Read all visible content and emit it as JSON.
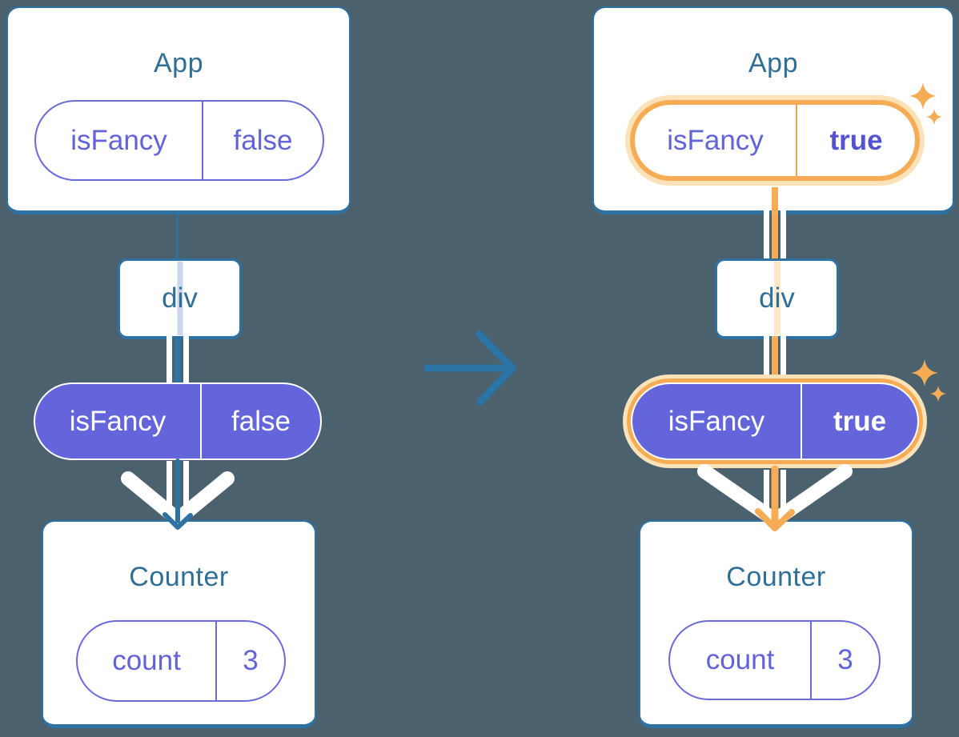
{
  "colors": {
    "background": "#4B616D",
    "teal": "#2E72A3",
    "title": "#2F6F96",
    "purple": "#6465DB",
    "purple-border": "#6A6ADC",
    "purple-text": "#6363D8",
    "purple-bold": "#5353CF",
    "orange": "#F5AC55",
    "orange-divider": "#F0A44F",
    "peach": "#FBE2B8",
    "through-lavender": "#CBD5EE",
    "through-peach": "#FCE9CA",
    "white": "#FFFFFF"
  },
  "left": {
    "app": {
      "title": "App",
      "prop": {
        "key": "isFancy",
        "value": "false"
      }
    },
    "div": {
      "label": "div"
    },
    "passed_prop": {
      "key": "isFancy",
      "value": "false"
    },
    "counter": {
      "title": "Counter",
      "state": {
        "key": "count",
        "value": "3"
      }
    }
  },
  "right": {
    "app": {
      "title": "App",
      "prop": {
        "key": "isFancy",
        "value": "true"
      }
    },
    "div": {
      "label": "div"
    },
    "passed_prop": {
      "key": "isFancy",
      "value": "true"
    },
    "counter": {
      "title": "Counter",
      "state": {
        "key": "count",
        "value": "3"
      }
    }
  }
}
